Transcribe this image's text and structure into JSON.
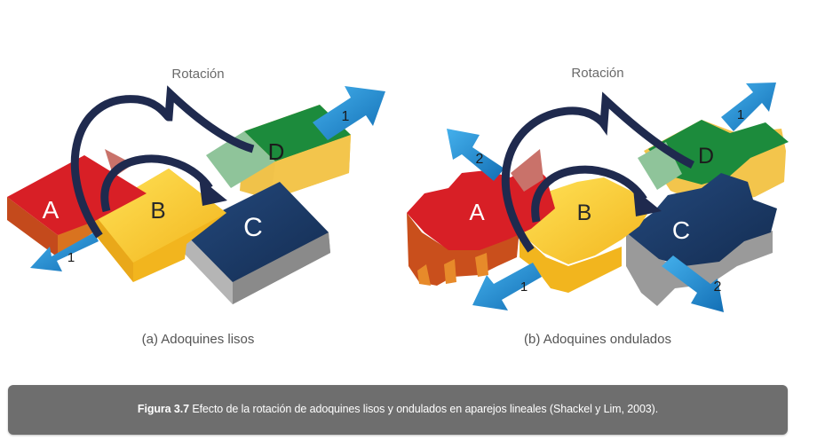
{
  "panel_a": {
    "rotation_label": "Rotación",
    "subtitle": "(a) Adoquines lisos",
    "blocks": {
      "a": "A",
      "b": "B",
      "c": "C",
      "d": "D"
    },
    "arrow_labels": {
      "top_right": "1",
      "bottom_left": "1"
    }
  },
  "panel_b": {
    "rotation_label": "Rotación",
    "subtitle": "(b) Adoquines ondulados",
    "blocks": {
      "a": "A",
      "b": "B",
      "c": "C",
      "d": "D"
    },
    "arrow_labels": {
      "top_left": "2",
      "top_right": "1",
      "bottom_left": "1",
      "bottom_right": "2"
    }
  },
  "caption": {
    "figure_label": "Figura 3.7",
    "text": " Efecto de la rotación de adoquines lisos y ondulados en aparejos lineales (Shackel y Lim, 2003)."
  },
  "colors": {
    "red": "#d81f26",
    "yellow": "#f6cd2e",
    "navy": "#1c3d6b",
    "green": "#1b8a3b",
    "arrow_blue": "#1f8fd6",
    "rotation_arrow": "#1f2a4e",
    "caption_bg": "#6e6e6e"
  }
}
